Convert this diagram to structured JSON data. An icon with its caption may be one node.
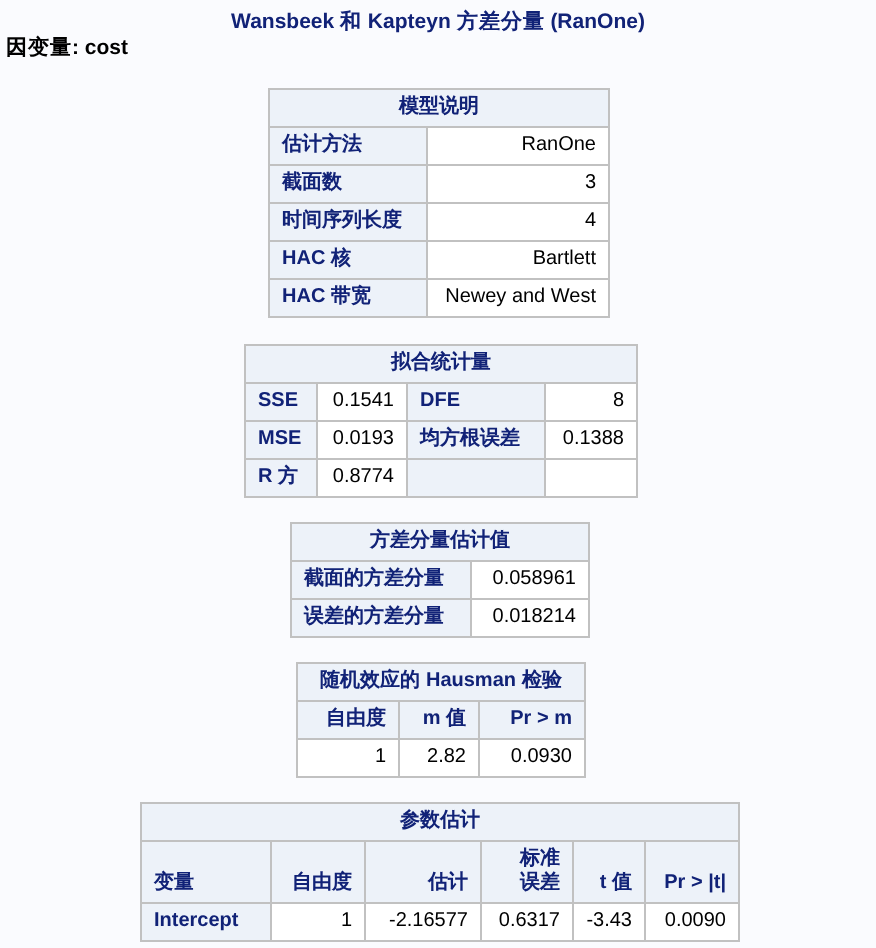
{
  "diagram": {
    "title": "Wansbeek 和 Kapteyn 方差分量 (RanOne)",
    "nodes": [
      {
        "text": [
          "模型说明",
          "估计方法",
          "RanOne",
          "截面数",
          "3",
          "时间序列长度",
          "4",
          "HAC 核",
          "Bartlett",
          "HAC 带宽",
          "Newey and West"
        ]
      },
      {
        "text": [
          "拟合统计量",
          "SSE",
          "0.1541",
          "DFE",
          "8",
          "MSE",
          "0.0193",
          "均方根误差",
          "0.1388",
          "R 方",
          "0.8774"
        ]
      },
      {
        "text": [
          "方差分量估计值",
          "截面的方差分量",
          "0.058961",
          "误差的方差分量",
          "0.018214"
        ]
      },
      {
        "text": [
          "随机效应的 Hausman 检验",
          "自由度",
          "m 值",
          "Pr > m",
          "1",
          "2.82",
          "0.0930"
        ]
      },
      {
        "text": [
          "参数估计",
          "变量",
          "自由度",
          "估计",
          "标准误差",
          "t 值",
          "Pr > |t|",
          "Intercept",
          "1",
          "-2.16577",
          "0.6317",
          "-3.43",
          "0.0090"
        ]
      }
    ],
    "edges": [],
    "labels": [
      "因变量: cost"
    ]
  }
}
